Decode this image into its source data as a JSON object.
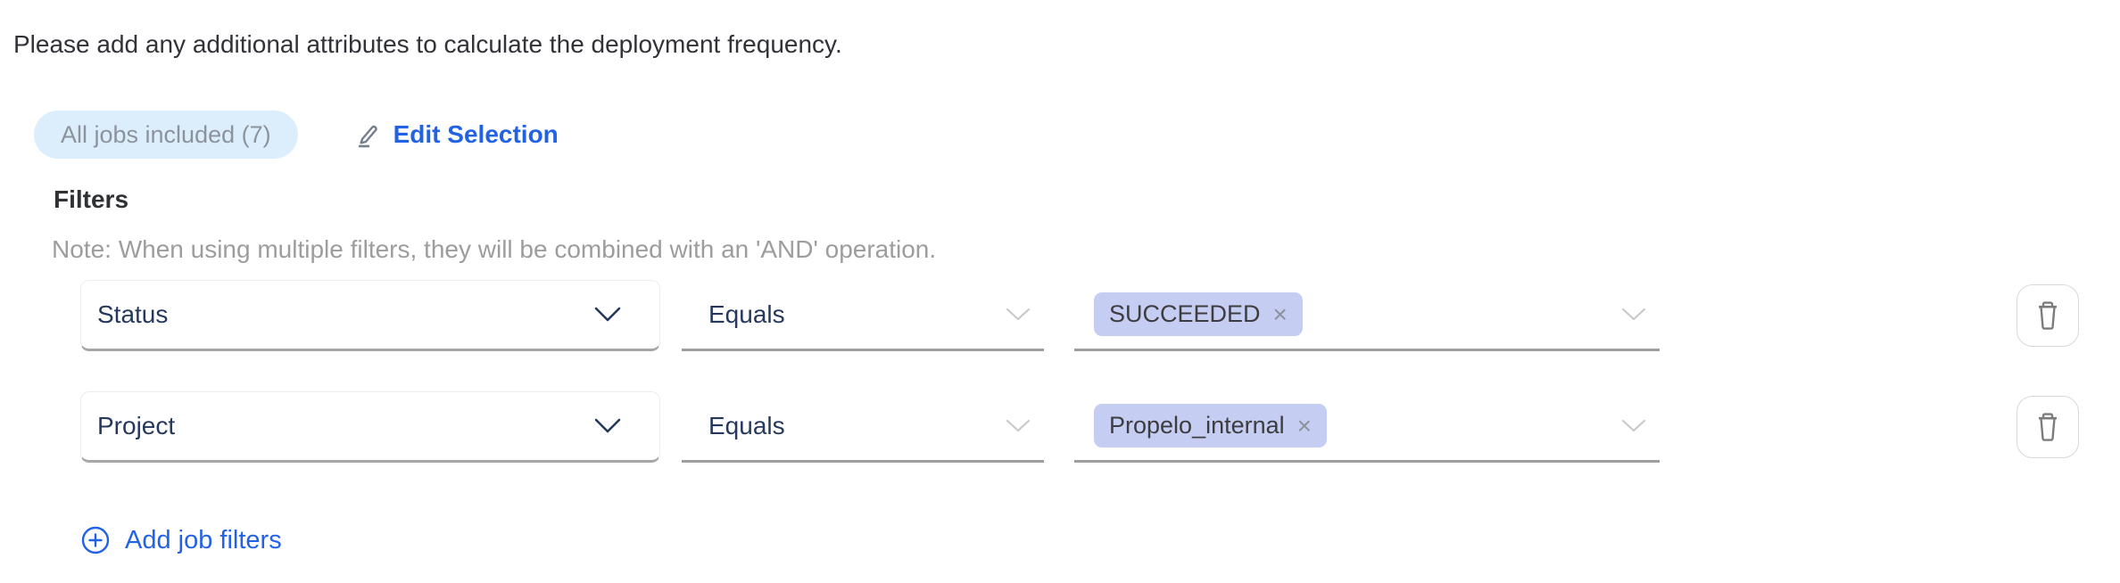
{
  "accent_color": "#2262e6",
  "badge_bg_color": "#dceefb",
  "tag_bg_color": "#c5cdf3",
  "intro": {
    "text": "Please add any additional attributes to calculate the deployment frequency."
  },
  "jobs": {
    "badge_label": "All jobs included (7)",
    "edit_label": "Edit Selection"
  },
  "filters": {
    "heading": "Filters",
    "note": "Note: When using multiple filters, they will be combined with an 'AND' operation.",
    "add_label": "Add job filters",
    "rows": [
      {
        "attribute": "Status",
        "operator": "Equals",
        "values": [
          "SUCCEEDED"
        ]
      },
      {
        "attribute": "Project",
        "operator": "Equals",
        "values": [
          "Propelo_internal"
        ]
      }
    ]
  },
  "icons": {
    "edit": "pencil",
    "add": "plus-circle",
    "delete": "trash",
    "dropdown": "chevron-down",
    "remove_value": "×"
  }
}
